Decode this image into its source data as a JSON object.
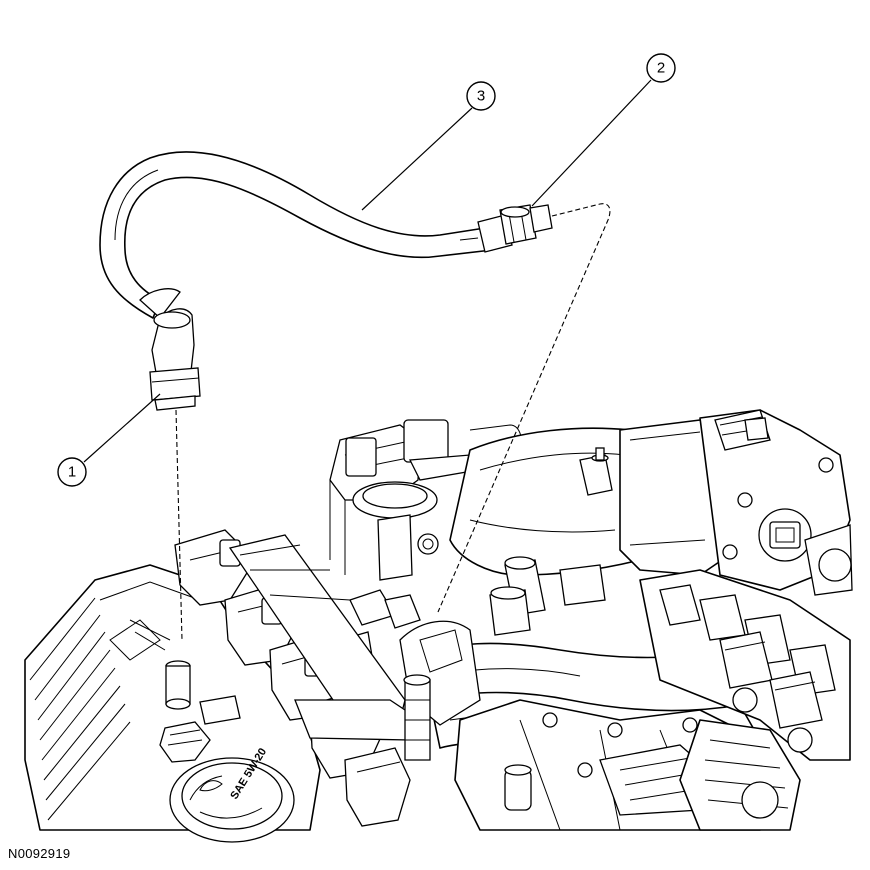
{
  "figure_id": "N0092919",
  "callouts": [
    {
      "label": "1"
    },
    {
      "label": "2"
    },
    {
      "label": "3"
    }
  ],
  "oil_cap_text": "SAE 5W-20"
}
